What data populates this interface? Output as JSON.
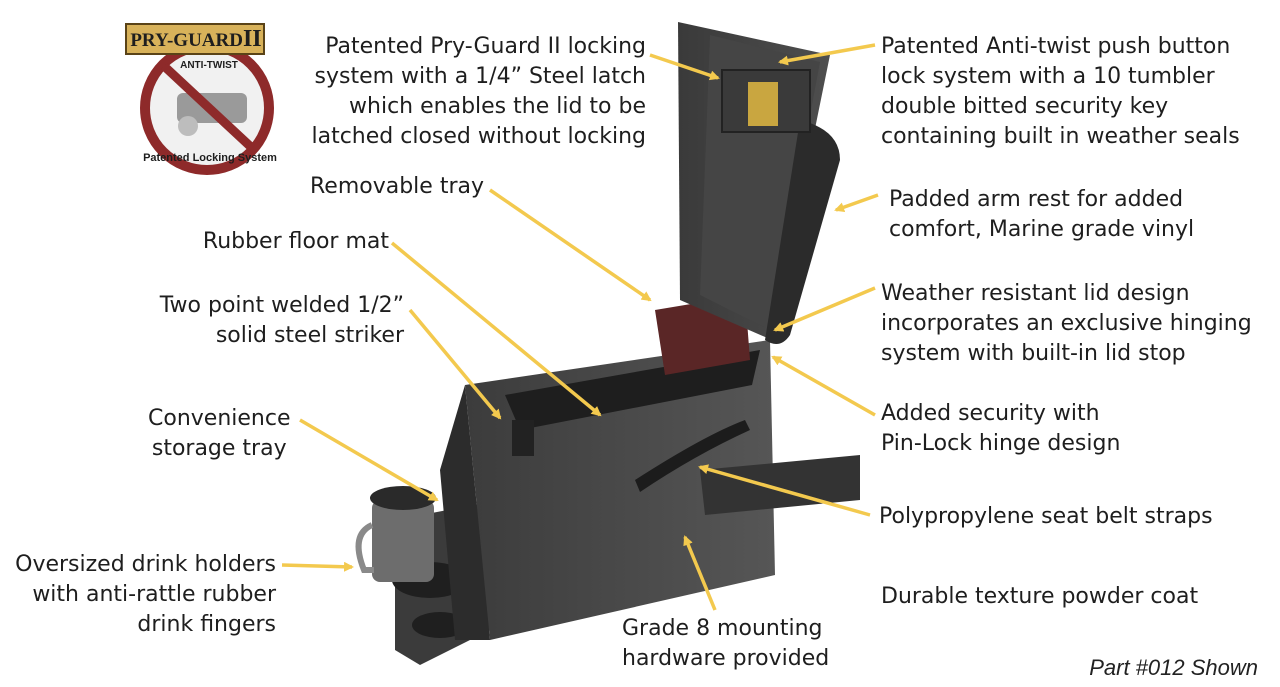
{
  "colors": {
    "arrow": "#f3c94e",
    "console_body": "#4a4a4a",
    "console_dark": "#2f2f2f",
    "badge_red": "#8e2a2a",
    "badge_gold": "#d8b25a"
  },
  "badge": {
    "brand": "PRY-GUARD",
    "brand_suffix": "II",
    "ring_top": "ANTI-TWIST",
    "ring_bottom": "Patented Locking System"
  },
  "callouts": [
    {
      "id": "pry-guard",
      "lines": [
        "Patented Pry-Guard II locking",
        "system with a 1/4” Steel latch",
        "which enables the lid to be",
        "latched closed without locking"
      ]
    },
    {
      "id": "removable-tray",
      "lines": [
        "Removable tray"
      ]
    },
    {
      "id": "floor-mat",
      "lines": [
        "Rubber floor mat"
      ]
    },
    {
      "id": "striker",
      "lines": [
        "Two point welded 1/2”",
        "solid steel striker"
      ]
    },
    {
      "id": "storage-tray",
      "lines": [
        "Convenience",
        "storage tray"
      ]
    },
    {
      "id": "drink-holders",
      "lines": [
        "Oversized drink holders",
        "with anti-rattle rubber",
        "drink fingers"
      ]
    },
    {
      "id": "mounting-hardware",
      "lines": [
        "Grade 8 mounting",
        "hardware provided"
      ]
    },
    {
      "id": "anti-twist",
      "lines": [
        "Patented Anti-twist push button",
        "lock system with a 10 tumbler",
        "double bitted security key",
        "containing built in weather seals"
      ]
    },
    {
      "id": "arm-rest",
      "lines": [
        "Padded arm rest for added",
        "comfort, Marine grade vinyl"
      ]
    },
    {
      "id": "lid-design",
      "lines": [
        "Weather resistant lid design",
        "incorporates an exclusive hinging",
        "system with built-in lid stop"
      ]
    },
    {
      "id": "pin-lock",
      "lines": [
        "Added security with",
        "Pin-Lock hinge design"
      ]
    },
    {
      "id": "seat-belt",
      "lines": [
        "Polypropylene seat belt straps"
      ]
    },
    {
      "id": "powder-coat",
      "lines": [
        "Durable texture powder coat"
      ]
    }
  ],
  "part_note": "Part #012 Shown"
}
